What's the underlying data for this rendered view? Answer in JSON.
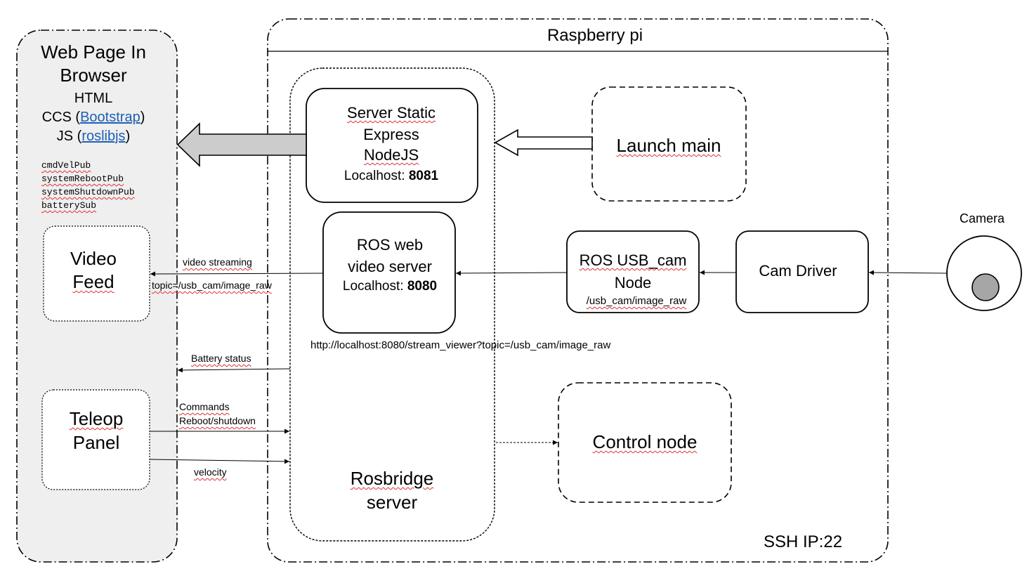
{
  "browser": {
    "title_line1": "Web Page In",
    "title_line2": "Browser",
    "html": "HTML",
    "css_prefix": "CCS (",
    "css_link": "Bootstrap",
    "css_suffix": ")",
    "js_prefix": "JS (",
    "js_link": "roslibjs",
    "js_suffix": ")",
    "topics": [
      "cmdVelPub",
      "systemRebootPub",
      "systemShutdownPub",
      "batterySub"
    ],
    "video_feed_line1": "Video",
    "video_feed_line2": "Feed",
    "teleop_line1": "Teleop",
    "teleop_line2": "Panel"
  },
  "pi": {
    "title": "Raspberry pi",
    "ssh": "SSH IP:22",
    "static_server": {
      "line1": "Server Static",
      "line2": "Express",
      "line3": "NodeJS",
      "port_prefix": "Localhost: ",
      "port": "8081"
    },
    "web_video_server": {
      "line1": "ROS web",
      "line2": "video server",
      "port_prefix": "Localhost: ",
      "port": "8080"
    },
    "rosbridge_line1": "Rosbridge",
    "rosbridge_line2": "server",
    "launch": "Launch main",
    "usb_cam": {
      "line1": "ROS USB_cam",
      "line2": "Node",
      "topic": "/usb_cam/image_raw"
    },
    "cam_driver": "Cam Driver",
    "control": "Control  node",
    "stream_url": "http://localhost:8080/stream_viewer?topic=/usb_cam/image_raw"
  },
  "camera": "Camera",
  "edges": {
    "video_streaming": "video streaming",
    "video_topic": "topic=/usb_cam/image_raw",
    "battery": "Battery status",
    "commands": "Commands",
    "reboot": "Reboot/shutdown",
    "velocity": "velocity"
  }
}
